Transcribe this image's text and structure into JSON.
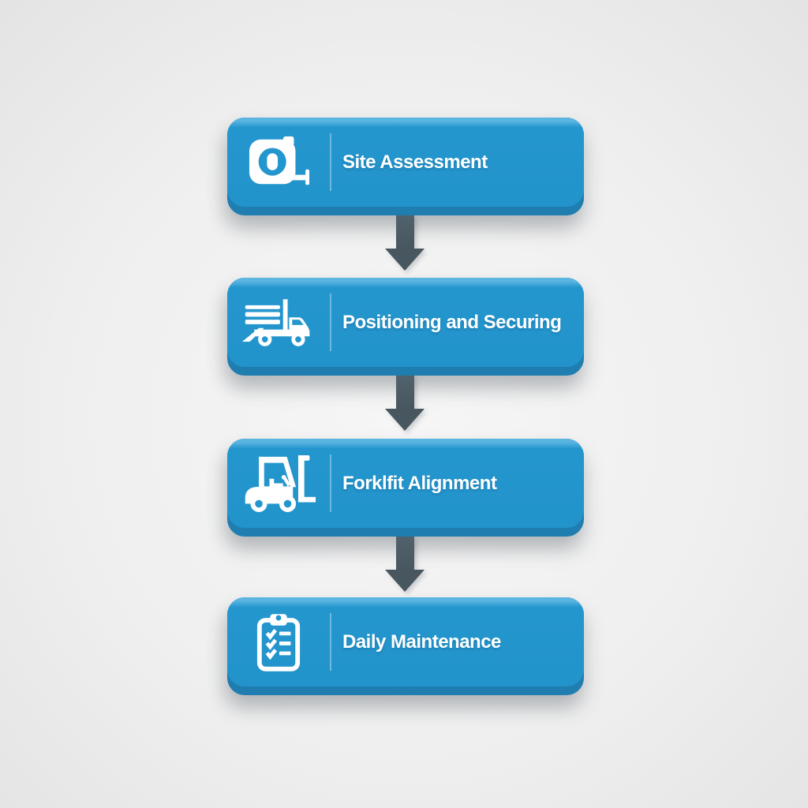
{
  "diagram": {
    "type": "flowchart",
    "direction": "top-down",
    "connector": "down-arrow",
    "steps": [
      {
        "label": "Site Assessment",
        "icon": "tape-measure-icon"
      },
      {
        "label": "Positioning and Securing",
        "icon": "truck-loading-ramp-icon"
      },
      {
        "label": "Forklfit Alignment",
        "icon": "forklift-icon"
      },
      {
        "label": "Daily Maintenance",
        "icon": "clipboard-checklist-icon"
      }
    ]
  },
  "colors": {
    "box-blue": "#2496CE",
    "box-bevel": "#5BB5E1",
    "box-lip": "#1F7EAF",
    "arrow-gray": "#48565F",
    "bg-light": "#F6F6F6",
    "bg-dark": "#E3E3E3",
    "text-white": "#FFFFFF"
  }
}
